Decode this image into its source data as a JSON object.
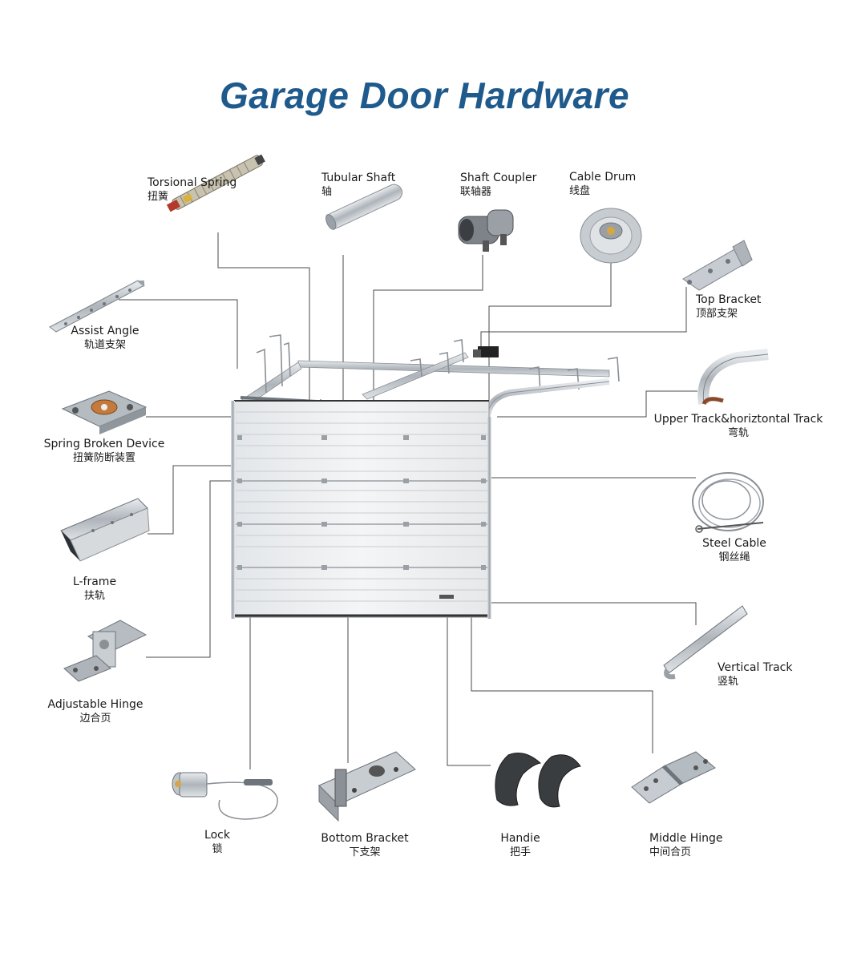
{
  "title": "Garage Door Hardware",
  "colors": {
    "title": "#1f5a8c",
    "line": "#4a4a4a",
    "metal": "#b9bec4",
    "door": "#eef0f2"
  },
  "parts": {
    "torsional_spring": {
      "en": "Torsional Spring",
      "zh": "扭簧",
      "icon": "spring-icon"
    },
    "tubular_shaft": {
      "en": "Tubular Shaft",
      "zh": "轴",
      "icon": "shaft-icon"
    },
    "shaft_coupler": {
      "en": "Shaft Coupler",
      "zh": "联轴器",
      "icon": "coupler-icon"
    },
    "cable_drum": {
      "en": "Cable Drum",
      "zh": "线盘",
      "icon": "drum-icon"
    },
    "top_bracket": {
      "en": "Top Bracket",
      "zh": "顶部支架",
      "icon": "bracket-icon"
    },
    "assist_angle": {
      "en": "Assist Angle",
      "zh": "轨道支架",
      "icon": "angle-icon"
    },
    "upper_track": {
      "en": "Upper Track&horiztontal Track",
      "zh": "弯轨",
      "icon": "curved-track-icon"
    },
    "spring_broken_device": {
      "en": "Spring Broken Device",
      "zh": "扭簧防断装置",
      "icon": "safety-device-icon"
    },
    "steel_cable": {
      "en": "Steel Cable",
      "zh": "钢丝绳",
      "icon": "cable-icon"
    },
    "l_frame": {
      "en": "L-frame",
      "zh": "扶轨",
      "icon": "l-frame-icon"
    },
    "vertical_track": {
      "en": "Vertical Track",
      "zh": "竖轨",
      "icon": "track-icon"
    },
    "adjustable_hinge": {
      "en": "Adjustable Hinge",
      "zh": "边合页",
      "icon": "hinge-icon"
    },
    "lock": {
      "en": "Lock",
      "zh": "锁",
      "icon": "lock-icon"
    },
    "bottom_bracket": {
      "en": "Bottom Bracket",
      "zh": "下支架",
      "icon": "bottom-bracket-icon"
    },
    "handle": {
      "en": "Handie",
      "zh": "把手",
      "icon": "handle-icon"
    },
    "middle_hinge": {
      "en": "Middle Hinge",
      "zh": "中间合页",
      "icon": "middle-hinge-icon"
    }
  }
}
